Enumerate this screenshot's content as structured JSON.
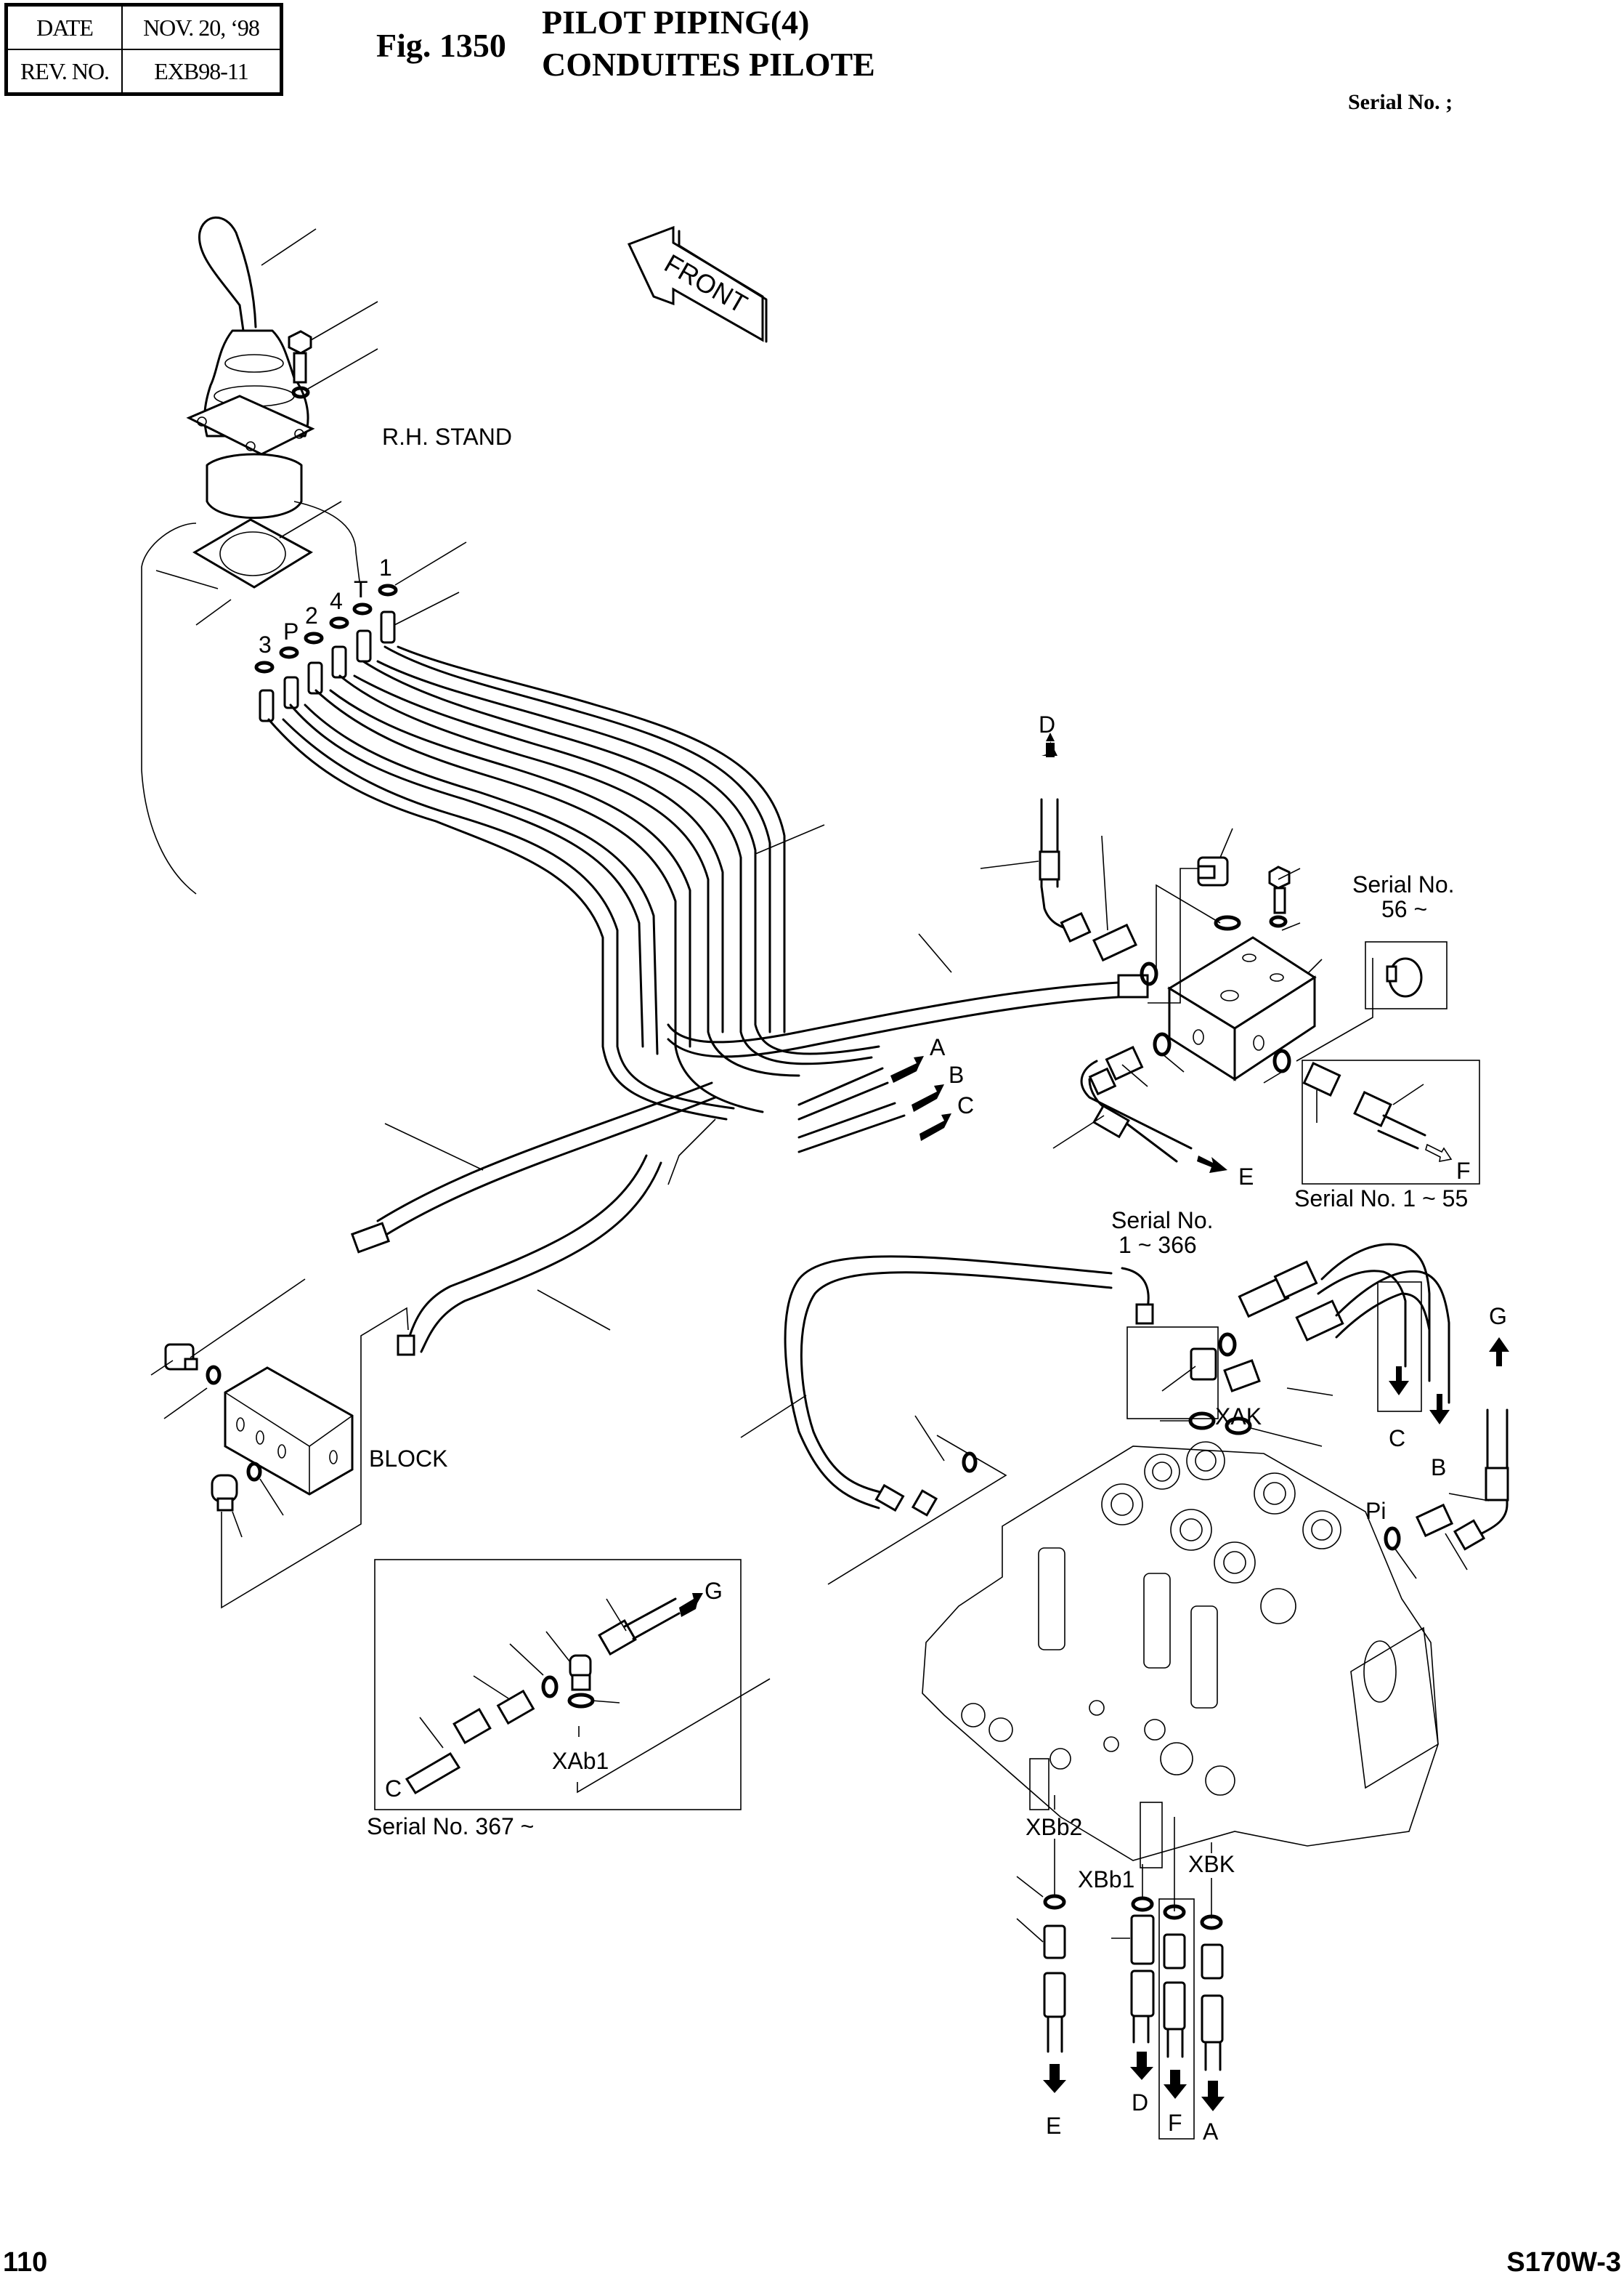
{
  "header": {
    "date_label": "DATE",
    "date_value": "NOV. 20, ‘98",
    "rev_label": "REV. NO.",
    "rev_value": "EXB98-11",
    "figure_number": "Fig. 1350",
    "title_en": "PILOT PIPING(4)",
    "title_fr": "CONDUITES PILOTE",
    "serial": "Serial No. ;"
  },
  "labels": {
    "front": "FRONT",
    "rh_stand": "R.H. STAND",
    "block": "BLOCK",
    "ports": [
      "1",
      "T",
      "4",
      "2",
      "P",
      "3"
    ],
    "serial_56": [
      "Serial No.",
      "56 ~"
    ],
    "serial_1_55": "Serial No. 1 ~ 55",
    "serial_1_366": [
      "Serial No.",
      "1 ~ 366"
    ],
    "serial_367": "Serial No. 367 ~",
    "connections": {
      "D_top": "D",
      "E_mid": "E",
      "F_inset": "F",
      "A": "A",
      "B": "B",
      "C": "C",
      "C_down": "C",
      "B_down": "B",
      "G_up": "G",
      "G_inset": "G",
      "C_inset": "C",
      "E_bottom": "E",
      "D_bottom": "D",
      "F_bottom": "F",
      "A_bottom": "A"
    },
    "valve_ports": {
      "XAK": "XAK",
      "Pi": "Pi",
      "XAb1": "XAb1",
      "XBb2": "XBb2",
      "XBb1": "XBb1",
      "XBK": "XBK"
    }
  },
  "footer": {
    "page": "110",
    "model": "S170W-3"
  }
}
